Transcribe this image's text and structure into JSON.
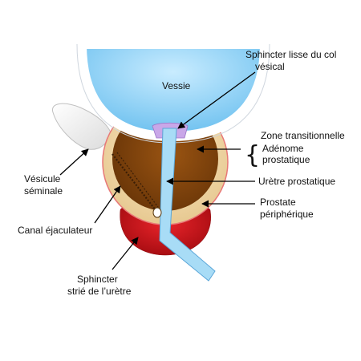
{
  "labels": {
    "vessie": "Vessie",
    "sphincter_lisse_1": "Sphincter lisse du col",
    "sphincter_lisse_2": "vésical",
    "zone_transitionnelle": "Zone transitionnelle",
    "adenome_1": "Adénome",
    "adenome_2": "prostatique",
    "uretre_prostatique": "Urètre prostatique",
    "prostate_1": "Prostate",
    "prostate_2": "périphérique",
    "vesicule_1": "Vésicule",
    "vesicule_2": "séminale",
    "canal_ejaculateur": "Canal éjaculateur",
    "sphincter_strie_1": "Sphincter",
    "sphincter_strie_2": "strié de l’urètre"
  },
  "brace_glyph": "{",
  "colors": {
    "bladder": "#8ccff5",
    "urethra": "#a8dcf6",
    "transitional_zone": "#8a4a10",
    "peripheral_prostate": "#f0d8a8",
    "prostate_outline": "#e87878",
    "striated_sphincter": "#c8141c",
    "seminal_vesicle": "#f2f2f2",
    "bladder_neck_sphincter": "#c9a7e8"
  }
}
